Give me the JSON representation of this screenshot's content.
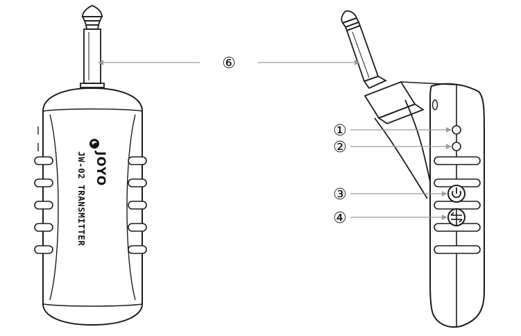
{
  "diagram": {
    "device_front": {
      "brand": "JOYO",
      "model_line": "JW-02  TRANSMITTER"
    },
    "callouts": {
      "c1": {
        "label": "①"
      },
      "c2": {
        "label": "②"
      },
      "c3": {
        "label": "③"
      },
      "c4": {
        "label": "④"
      },
      "c6": {
        "label": "⑥"
      }
    },
    "icons": {
      "power_button": "power-icon",
      "pair_button": "pair-arrows-icon",
      "brand_logo": "joyo-logo-icon"
    },
    "colors": {
      "outline": "#1a1a1a",
      "leader_line": "#9a9a9a"
    }
  }
}
